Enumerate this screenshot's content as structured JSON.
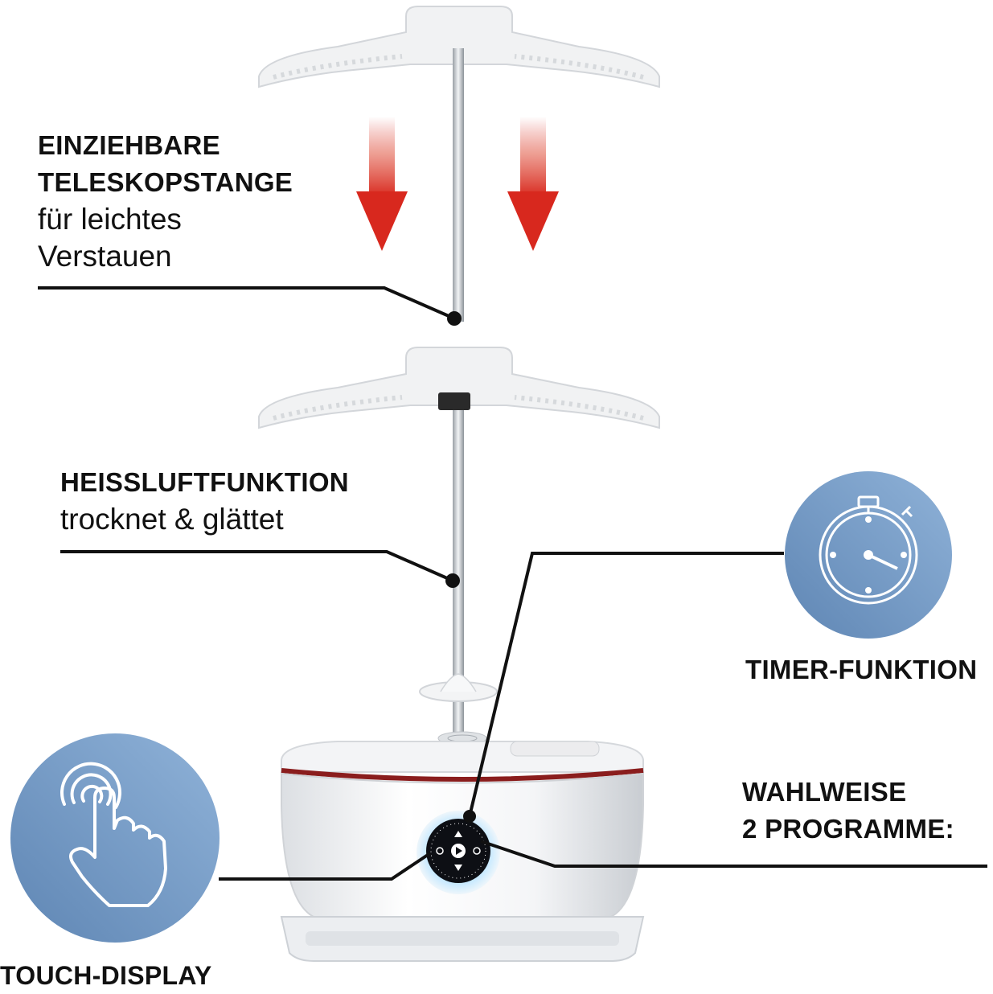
{
  "labels": {
    "telescope": {
      "title_line1": "EINZIEHBARE",
      "title_line2": "TELESKOPSTANGE",
      "desc_line1": "für leichtes",
      "desc_line2": "Verstauen"
    },
    "hot_air": {
      "title": "HEISSLUFTFUNKTION",
      "desc": "trocknet & glättet"
    },
    "timer": {
      "title": "TIMER-FUNKTION"
    },
    "programs": {
      "line1": "WAHLWEISE",
      "line2": "2 PROGRAMME:"
    },
    "touch": {
      "title": "TOUCH-DISPLAY"
    }
  },
  "icons": {
    "timer": "stopwatch-icon",
    "touch": "touch-hand-icon",
    "arrows": "down-arrow-icon"
  },
  "colors": {
    "icon_circle": "#6f95c0",
    "arrow_red": "#d8281e",
    "accent_trim": "#8a1d1d",
    "leader_line": "#111111"
  }
}
